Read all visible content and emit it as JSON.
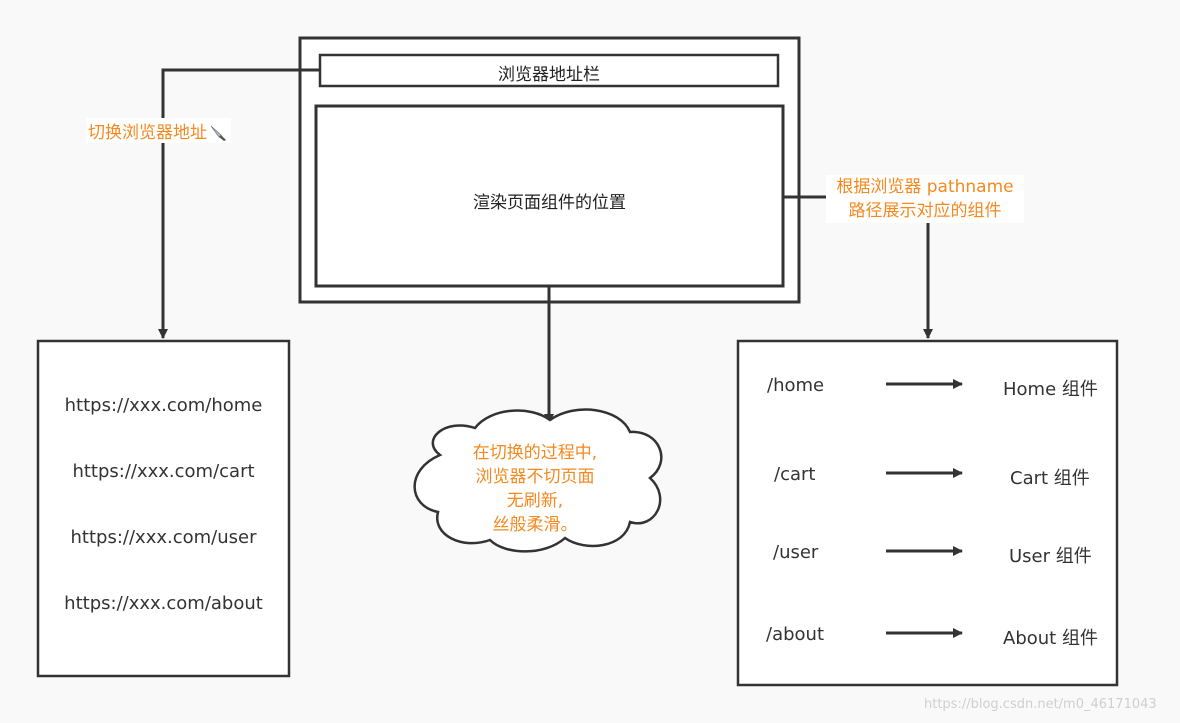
{
  "browser": {
    "address_bar_label": "浏览器地址栏",
    "render_area_label": "渲染页面组件的位置"
  },
  "left_note": {
    "text": "切换浏览器地址",
    "icon": "knife-icon"
  },
  "right_note": {
    "line1": "根据浏览器 pathname",
    "line2": "路径展示对应的组件"
  },
  "left_box": {
    "items": [
      "https://xxx.com/home",
      "https://xxx.com/cart",
      "https://xxx.com/user",
      "https://xxx.com/about"
    ]
  },
  "right_box": {
    "rows": [
      {
        "path": "/home",
        "component": "Home 组件"
      },
      {
        "path": "/cart",
        "component": "Cart 组件"
      },
      {
        "path": "/user",
        "component": "User 组件"
      },
      {
        "path": "/about",
        "component": "About 组件"
      }
    ]
  },
  "cloud": {
    "lines": [
      "在切换的过程中,",
      "浏览器不切页面",
      "无刷新,",
      "丝般柔滑。"
    ]
  },
  "watermark": "https://blog.csdn.net/m0_46171043",
  "colors": {
    "accent": "#f5891f",
    "stroke": "#333333",
    "background": "#f9f9f9"
  }
}
